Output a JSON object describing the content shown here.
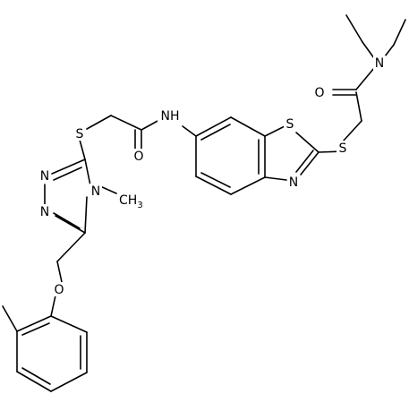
{
  "atom_labels": {
    "n_amine": "N",
    "o_amide_right": "O",
    "s_thioether_right": "S",
    "s_thiazole": "S",
    "n_thiazole": "N",
    "nh_amide": "NH",
    "o_amide_left": "O",
    "s_thioether_left": "S",
    "n_triazole_1": "N",
    "n_triazole_2": "N",
    "n_triazole_4": "N",
    "methyl_label": "CH",
    "methyl_subscript": "3",
    "o_ether": "O"
  }
}
